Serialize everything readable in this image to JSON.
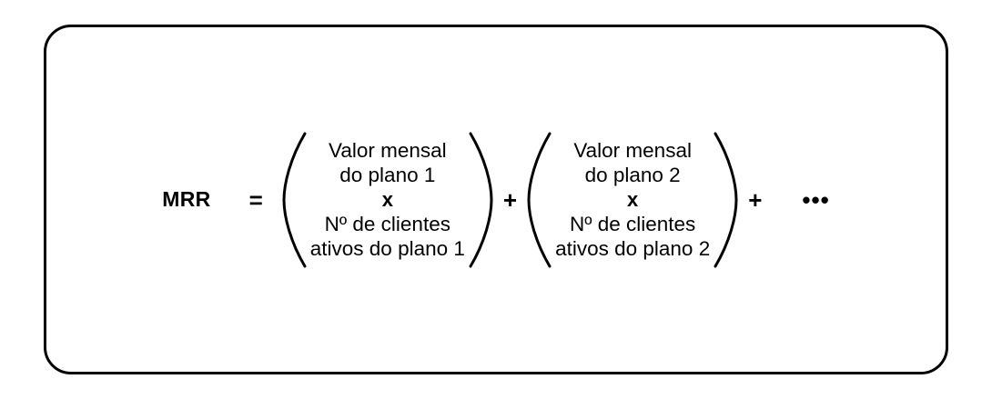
{
  "diagram": {
    "title_label": "MRR",
    "equals_label": "=",
    "ellipsis_label": "•••",
    "plus_label_1": "+",
    "plus_label_2": "+",
    "open_paren_icon": "open-parenthesis-icon",
    "close_paren_icon": "close-parenthesis-icon",
    "border_color": "#000000",
    "text_color": "#000000",
    "background_color": "#ffffff",
    "terms": [
      {
        "line1": "Valor mensal",
        "line2": "do plano 1",
        "operator": "x",
        "line3": "Nº de clientes",
        "line4": "ativos do plano 1"
      },
      {
        "line1": "Valor mensal",
        "line2": "do plano 2",
        "operator": "x",
        "line3": "Nº de clientes",
        "line4": "ativos do plano 2"
      }
    ]
  }
}
